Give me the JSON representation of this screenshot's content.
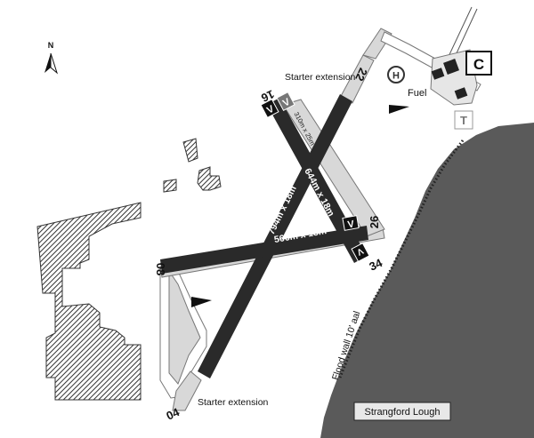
{
  "compass": {
    "label": "N"
  },
  "labels": {
    "starter_extension_top": "Starter extension",
    "starter_extension_bottom": "Starter extension",
    "fuel": "Fuel",
    "flood_wall": "Flood wall 10' aal",
    "water_body": "Strangford Lough"
  },
  "runways": {
    "rw_04_22": {
      "dims": "794m x 18m",
      "end_a": "04",
      "end_b": "22"
    },
    "rw_16_34": {
      "dims": "644m x 18m",
      "end_a": "16",
      "end_b": "34"
    },
    "rw_08_26": {
      "dims": "566m x 18m",
      "end_a": "08",
      "end_b": "26"
    },
    "side_strip": {
      "dims": "310m x 25m"
    }
  },
  "markers": {
    "helipad": "H",
    "control": "C",
    "terminal": "T",
    "hold_v": "V"
  },
  "colors": {
    "runway": "#2a2a2a",
    "extension": "#d8d8d8",
    "water": "#5a5a5a",
    "hatch": "#333333"
  },
  "icons": [
    "north-arrow-icon",
    "helipad-icon",
    "windsock-icon"
  ]
}
